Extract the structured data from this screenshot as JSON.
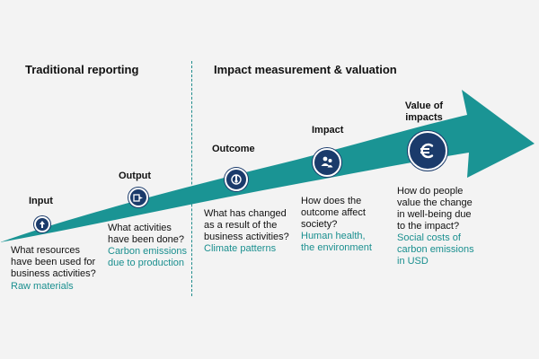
{
  "headers": {
    "traditional": "Traditional reporting",
    "impact": "Impact measurement & valuation"
  },
  "stages": [
    {
      "title": "Input",
      "icon": "tree-icon",
      "question": [
        "What resources",
        "have been used for",
        "business activities?"
      ],
      "example": [
        "Raw materials"
      ]
    },
    {
      "title": "Output",
      "icon": "factory-icon",
      "question": [
        "What activities",
        "have been done?"
      ],
      "example": [
        "Carbon emissions",
        "due to production"
      ]
    },
    {
      "title": "Outcome",
      "icon": "thermometer-icon",
      "question": [
        "What has changed",
        "as a result of the",
        "business activities?"
      ],
      "example": [
        "Climate patterns"
      ]
    },
    {
      "title": "Impact",
      "icon": "people-icon",
      "question": [
        "How does the",
        "outcome affect",
        "society?"
      ],
      "example": [
        "Human health,",
        "the environment"
      ]
    },
    {
      "title": "Value of impacts",
      "title_lines": [
        "Value of",
        "impacts"
      ],
      "icon": "euro-icon",
      "question": [
        "How do people",
        "value the change",
        "in well-being due",
        "to the impact?"
      ],
      "example": [
        "Social costs of",
        "carbon emissions",
        "in USD"
      ]
    }
  ],
  "colors": {
    "arrow": "#1a9494",
    "circle": "#1b3b6b",
    "accent_text": "#1a8f8f",
    "background": "#f3f3f3"
  }
}
